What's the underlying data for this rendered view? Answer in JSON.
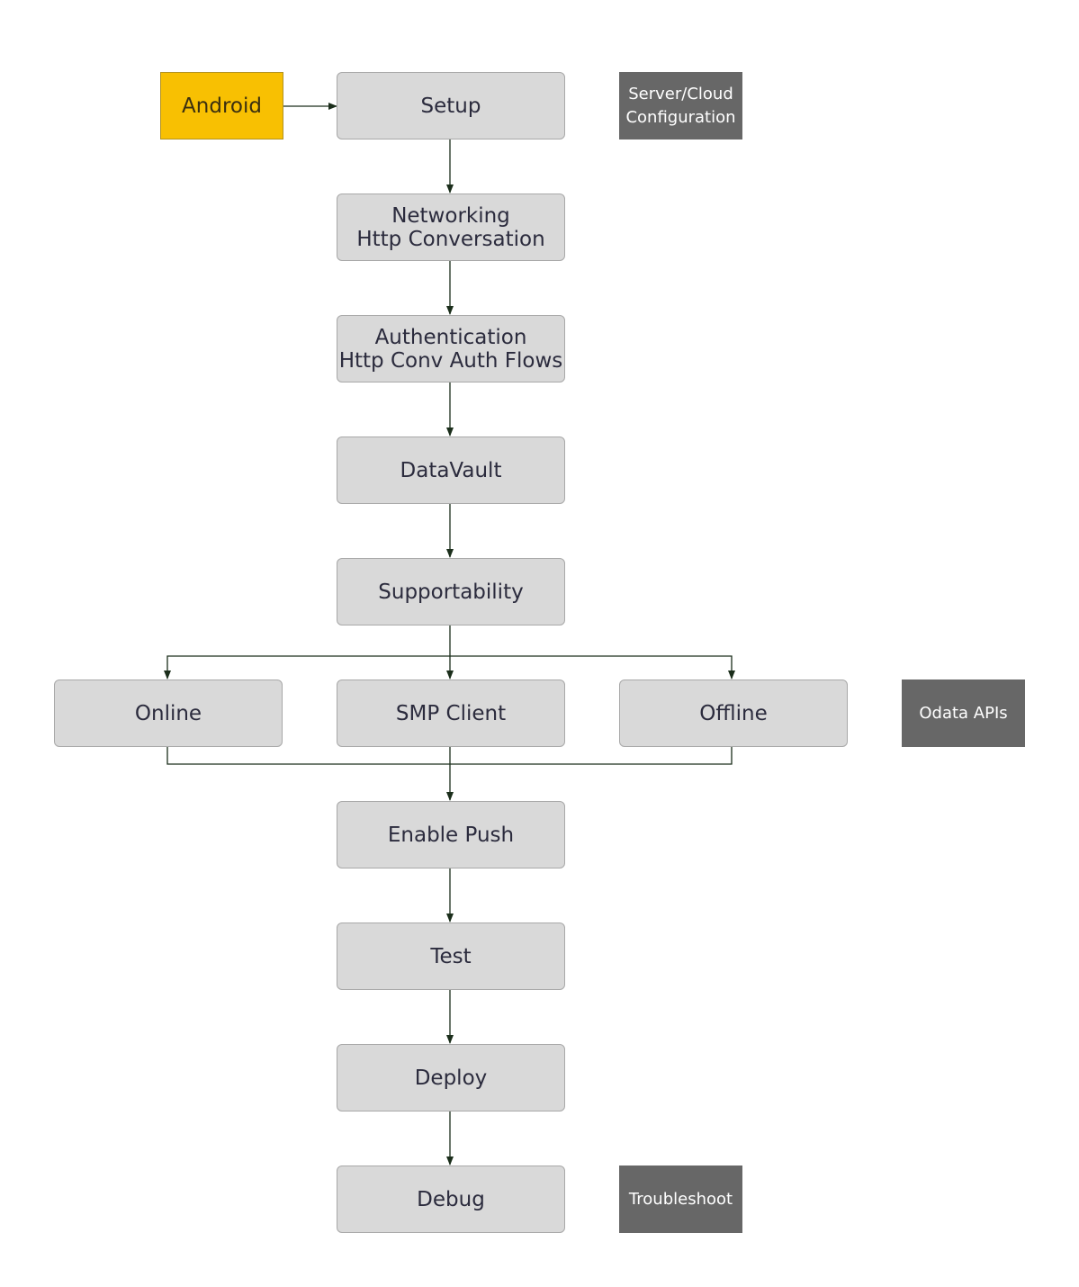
{
  "start": {
    "label": "Android"
  },
  "steps": {
    "setup": {
      "label": "Setup"
    },
    "networking": {
      "line1": "Networking",
      "line2": "Http Conversation"
    },
    "authentication": {
      "line1": "Authentication",
      "line2": "Http Conv Auth Flows"
    },
    "datavault": {
      "label": "DataVault"
    },
    "supportability": {
      "label": "Supportability"
    },
    "online": {
      "label": "Online"
    },
    "smp_client": {
      "label": "SMP Client"
    },
    "offline": {
      "label": "Offline"
    },
    "enable_push": {
      "label": "Enable Push"
    },
    "test": {
      "label": "Test"
    },
    "deploy": {
      "label": "Deploy"
    },
    "debug": {
      "label": "Debug"
    }
  },
  "side_notes": {
    "server_config": {
      "line1": "Server/Cloud",
      "line2": "Configuration"
    },
    "odata": {
      "label": "Odata APIs"
    },
    "troubleshoot": {
      "label": "Troubleshoot"
    }
  },
  "colors": {
    "step_fill": "#d9d9d9",
    "start_fill": "#f8c002",
    "side_fill": "#676767",
    "connector": "#1b2e1b"
  }
}
